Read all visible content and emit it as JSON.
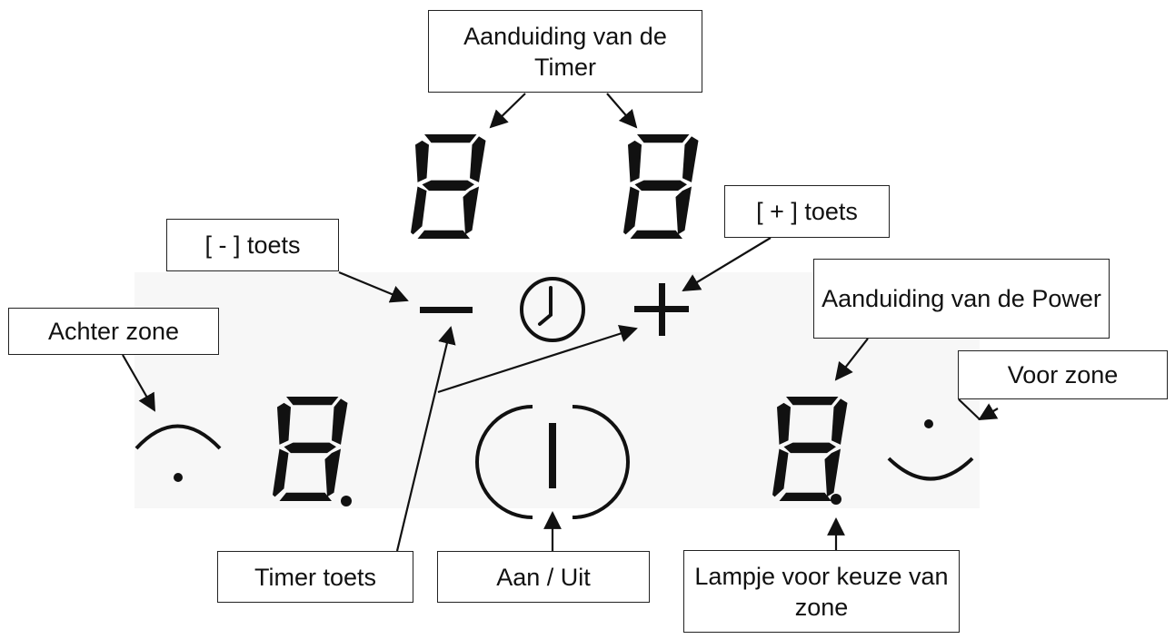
{
  "labels": {
    "timer_display": "Aanduiding van de Timer",
    "minus_key": "[ - ] toets",
    "plus_key": "[ + ] toets",
    "rear_zone": "Achter zone",
    "power_display": "Aanduiding van de Power",
    "front_zone": "Voor zone",
    "timer_key": "Timer toets",
    "on_off": "Aan / Uit",
    "zone_lamp": "Lampje voor keuze van zone"
  },
  "colors": {
    "ink": "#111111",
    "panel": "#f7f7f7",
    "border": "#222222"
  }
}
